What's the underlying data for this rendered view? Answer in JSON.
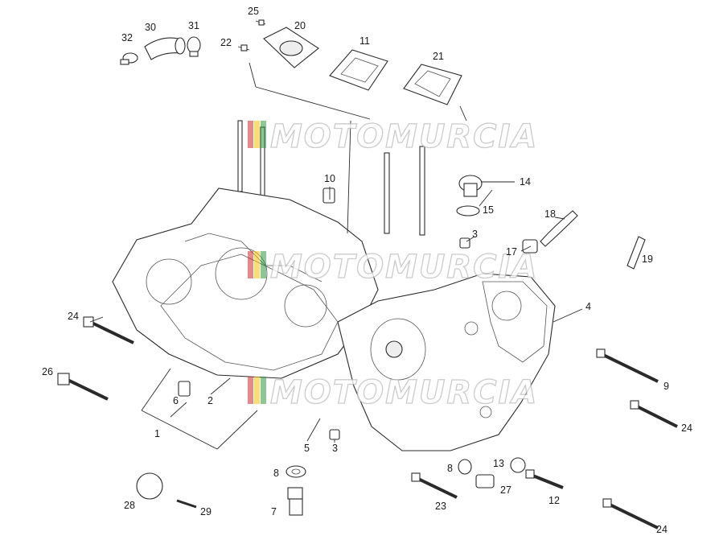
{
  "diagram": {
    "watermark": "MOTOMURCIA",
    "colors": {
      "line": "#2a2a2a",
      "label": "#1a1a1a",
      "watermark_stroke": "#bdbdbd",
      "logo_red": "#d62828",
      "logo_yellow": "#f2c200",
      "logo_green": "#2e9a3c"
    },
    "callouts": {
      "c1": "1",
      "c2": "2",
      "c3a": "3",
      "c3b": "3",
      "c4": "4",
      "c5": "5",
      "c6": "6",
      "c7": "7",
      "c8a": "8",
      "c8b": "8",
      "c9": "9",
      "c10": "10",
      "c11": "11",
      "c12": "12",
      "c13": "13",
      "c14": "14",
      "c15": "15",
      "c17": "17",
      "c18": "18",
      "c19": "19",
      "c20": "20",
      "c21": "21",
      "c22": "22",
      "c23": "23",
      "c24a": "24",
      "c24b": "24",
      "c24c": "24",
      "c25": "25",
      "c26": "26",
      "c27": "27",
      "c28": "28",
      "c29": "29",
      "c30": "30",
      "c31": "31",
      "c32": "32"
    }
  }
}
